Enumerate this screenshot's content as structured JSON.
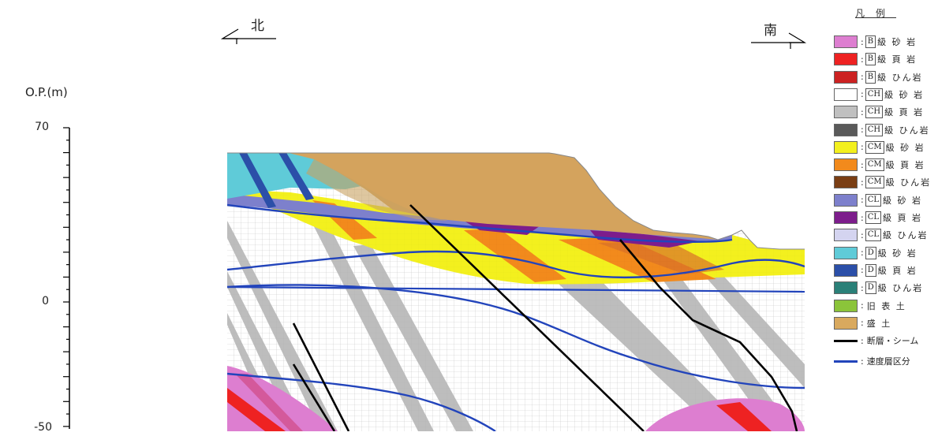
{
  "north_label": "北",
  "south_label": "南",
  "axis": {
    "title": "O.P.(m)",
    "ticks": [
      {
        "label": "70",
        "value": 70
      },
      {
        "label": "0",
        "value": 0
      },
      {
        "label": "-50",
        "value": -50
      }
    ]
  },
  "legend": {
    "title": "凡例",
    "items": [
      {
        "swatch": "#dd7ed0",
        "grade": "B",
        "label": "級 砂 岩"
      },
      {
        "swatch": "#ee2222",
        "grade": "B",
        "label": "級 頁 岩"
      },
      {
        "swatch": "#cc2222",
        "grade": "B",
        "label": "級 ひん岩"
      },
      {
        "swatch": "#ffffff",
        "grade": "CH",
        "label": "級 砂 岩"
      },
      {
        "swatch": "#c0c0c0",
        "grade": "CH",
        "label": "級 頁 岩"
      },
      {
        "swatch": "#5a5a5a",
        "grade": "CH",
        "label": "級 ひん岩"
      },
      {
        "swatch": "#f3f01e",
        "grade": "CM",
        "label": "級 砂 岩"
      },
      {
        "swatch": "#f28a1c",
        "grade": "CM",
        "label": "級 頁 岩"
      },
      {
        "swatch": "#7a3e14",
        "grade": "CM",
        "label": "級 ひん岩"
      },
      {
        "swatch": "#7d80cc",
        "grade": "CL",
        "label": "級 砂 岩"
      },
      {
        "swatch": "#7d1d8c",
        "grade": "CL",
        "label": "級 頁 岩"
      },
      {
        "swatch": "#d4d4f0",
        "grade": "CL",
        "label": "級 ひん岩"
      },
      {
        "swatch": "#5fcbd8",
        "grade": "D",
        "label": "級 砂 岩"
      },
      {
        "swatch": "#2b4fa8",
        "grade": "D",
        "label": "級 頁 岩"
      },
      {
        "swatch": "#2a8078",
        "grade": "D",
        "label": "級 ひん岩"
      },
      {
        "swatch": "#8bc43a",
        "grade": "",
        "label": "旧 表 土"
      },
      {
        "swatch": "#d9a95e",
        "grade": "",
        "label": "盛    土"
      }
    ],
    "lines": [
      {
        "color": "#000000",
        "label": "断層・シーム"
      },
      {
        "color": "#2244bb",
        "label": "速度層区分"
      }
    ]
  }
}
